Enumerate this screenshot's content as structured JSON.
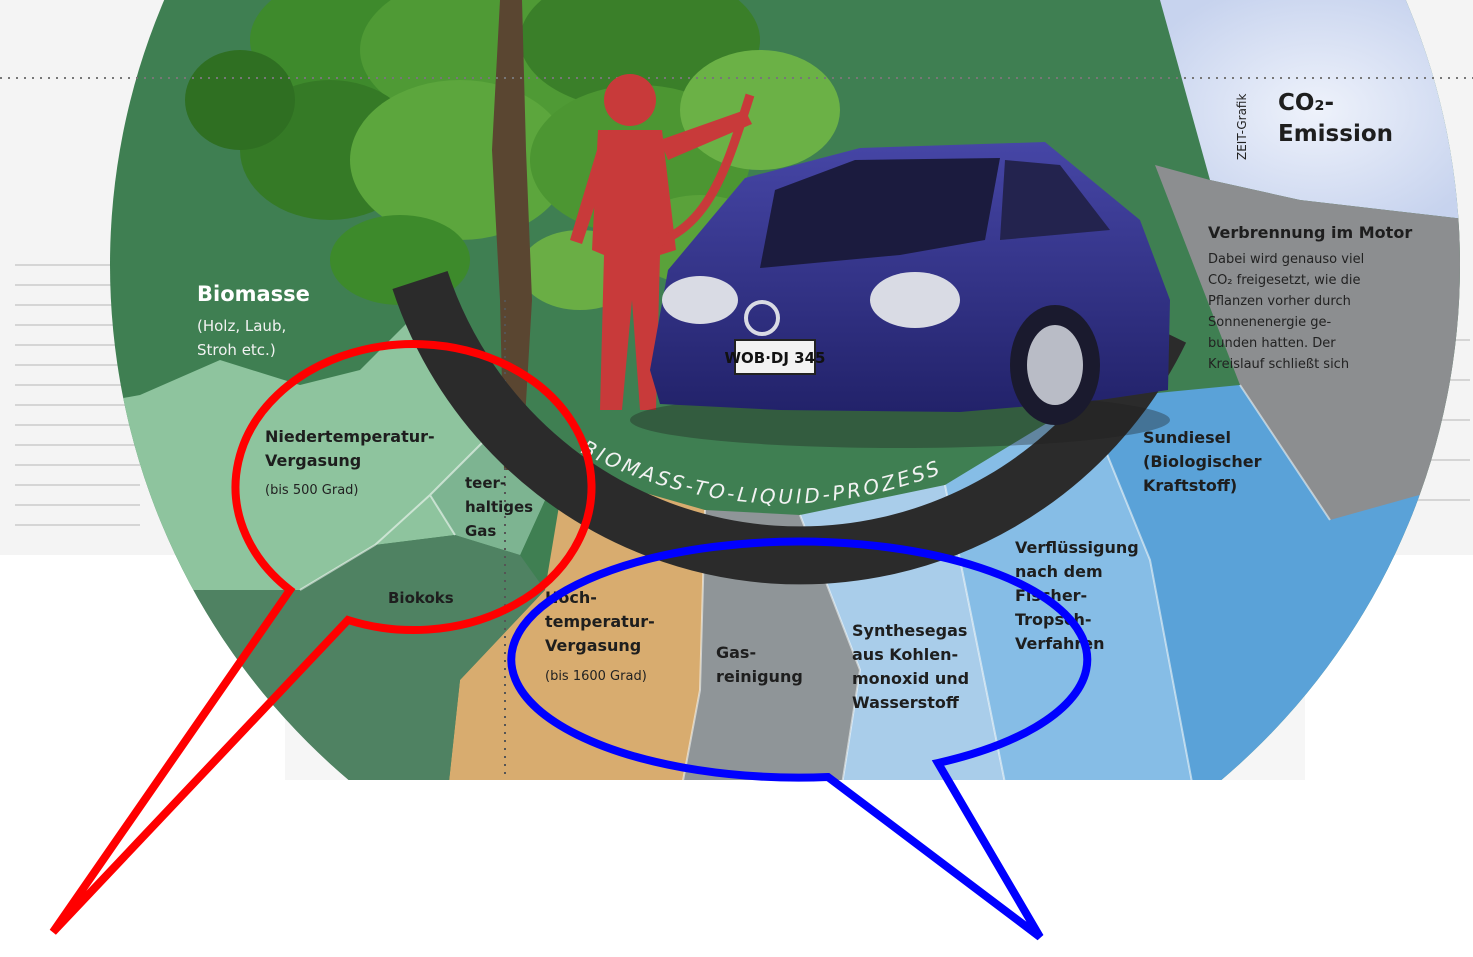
{
  "figure": {
    "labels": {
      "biomasse": [
        "Biomasse"
      ],
      "biomasse_detail": [
        "(Holz, Laub,",
        "Stroh etc.)"
      ],
      "nieder": [
        "Niedertemperatur-",
        "Vergasung"
      ],
      "nieder_detail": [
        "(bis 500 Grad)"
      ],
      "teer": [
        "teer-",
        "haltiges",
        "Gas"
      ],
      "biokoks": [
        "Biokoks"
      ],
      "hoch": [
        "Hoch-",
        "temperatur-",
        "Vergasung"
      ],
      "hoch_detail": [
        "(bis 1600 Grad)"
      ],
      "gas": [
        "Gas-",
        "reinigung"
      ],
      "synthese": [
        "Synthesegas",
        "aus Kohlen-",
        "monoxid und",
        "Wasserstoff"
      ],
      "verfl": [
        "Verflüssigung",
        "nach dem",
        "Fischer-",
        "Tropsch-",
        "Verfahren"
      ],
      "sundiesel": [
        "Sundiesel",
        "(Biologischer",
        "Kraftstoff)"
      ],
      "verbrennung_title": [
        "Verbrennung im Motor"
      ],
      "verbrennung_text": [
        "Dabei wird genauso viel",
        "CO₂ freigesetzt, wie die",
        "Pflanzen vorher durch",
        "Sonnenenergie ge-",
        "bunden hatten. Der",
        "Kreislauf schließt sich"
      ],
      "co2": [
        "CO₂-",
        "Emission"
      ],
      "credit": [
        "ZEIT-Grafik"
      ],
      "ring": "BIOMASS-TO-LIQUID-PROZESS",
      "plate": "WOB·DJ 345"
    },
    "colors": {
      "red_callout": "#ff0000",
      "blue_callout": "#0000ff",
      "dark_green": "#3f7f52",
      "light_green": "#8ec49e",
      "green_mid": "#7db491",
      "biokoks": "#4f8262",
      "orange": "#d8ac6f",
      "gray": "#8f9598",
      "light_blue": "#a9cdea",
      "mid_blue": "#86bde6",
      "blue": "#5aa2d8",
      "car": "#33338a",
      "person": "#c83a3a"
    }
  }
}
